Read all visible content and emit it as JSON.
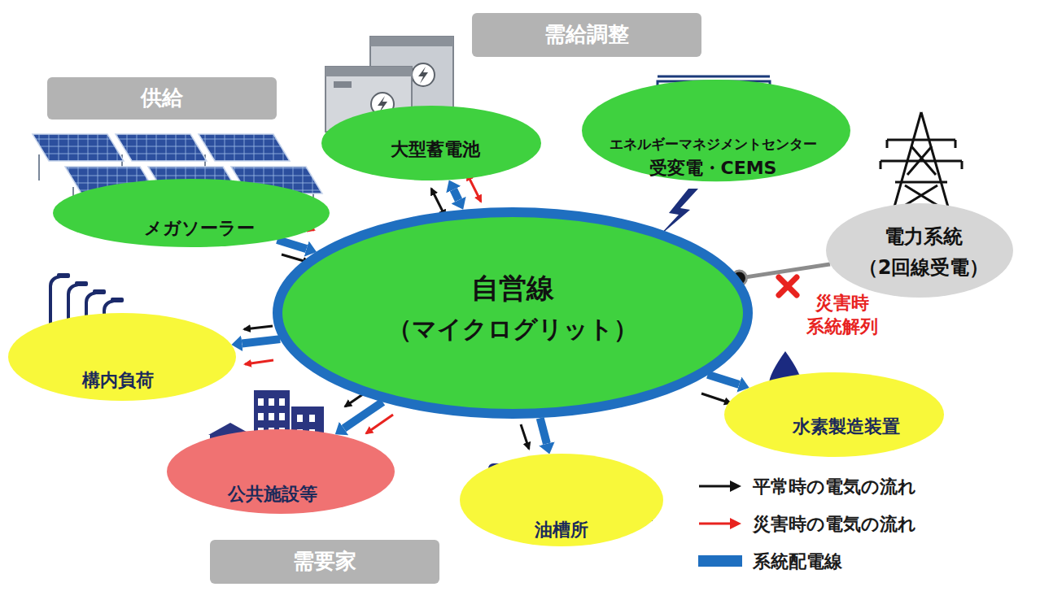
{
  "diagram": {
    "nodes": [
      {
        "text": [
          "供給"
        ]
      },
      {
        "text": [
          "需給調整"
        ]
      },
      {
        "text": [
          "メガソーラー"
        ]
      },
      {
        "text": [
          "大型蓄電池"
        ]
      },
      {
        "text": [
          "エネルギーマネジメントセンター",
          "受変電・CEMS"
        ]
      },
      {
        "text": [
          "電力系統",
          "（2回線受電）"
        ]
      },
      {
        "text": [
          "自営線",
          "（マイクログリット）"
        ]
      },
      {
        "text": [
          "構内負荷"
        ]
      },
      {
        "text": [
          "水素製造装置"
        ]
      },
      {
        "text": [
          "公共施設等"
        ]
      },
      {
        "text": [
          "油槽所"
        ]
      },
      {
        "text": [
          "需要家"
        ]
      }
    ],
    "edges": [
      {
        "from": 2,
        "to": 6,
        "arrow": "to"
      },
      {
        "from": 3,
        "to": 6,
        "arrow": "both"
      },
      {
        "from": 6,
        "to": 5,
        "arrow": "none"
      },
      {
        "from": 6,
        "to": 7,
        "arrow": "to"
      },
      {
        "from": 6,
        "to": 8,
        "arrow": "to"
      },
      {
        "from": 6,
        "to": 9,
        "arrow": "to"
      },
      {
        "from": 6,
        "to": 10,
        "arrow": "to"
      }
    ],
    "labels": [
      "災害時 系統解列"
    ],
    "legend": [
      {
        "text": "平常時の電気の流れ"
      },
      {
        "text": "災害時の電気の流れ"
      },
      {
        "text": "系統配電線",
        "color": "#1f6fc0"
      }
    ]
  }
}
